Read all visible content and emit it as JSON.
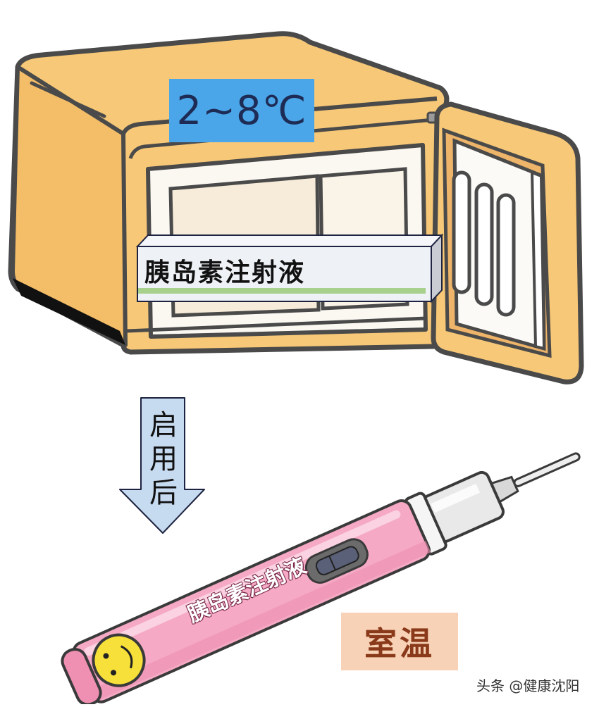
{
  "fridge": {
    "temperature_label": "2~8℃",
    "insulin_box_label": "胰岛素注射液",
    "colors": {
      "body": "#f7c877",
      "outline": "#4a4a4a",
      "label_bg": "#4aa6e8",
      "box_stripe": "#a8d08d"
    }
  },
  "transition": {
    "arrow_text": [
      "启",
      "用",
      "后"
    ],
    "arrow_color": "#c6daf0"
  },
  "pen": {
    "label": "胰岛素注射液",
    "icon": "smiley-face-icon",
    "colors": {
      "body": "#f5a9c4",
      "smiley": "#f8e03a"
    }
  },
  "room_temperature": {
    "label": "室温",
    "bg_color": "#f7d2b6",
    "text_color": "#8a3a1a"
  },
  "watermark": "头条 @健康沈阳"
}
